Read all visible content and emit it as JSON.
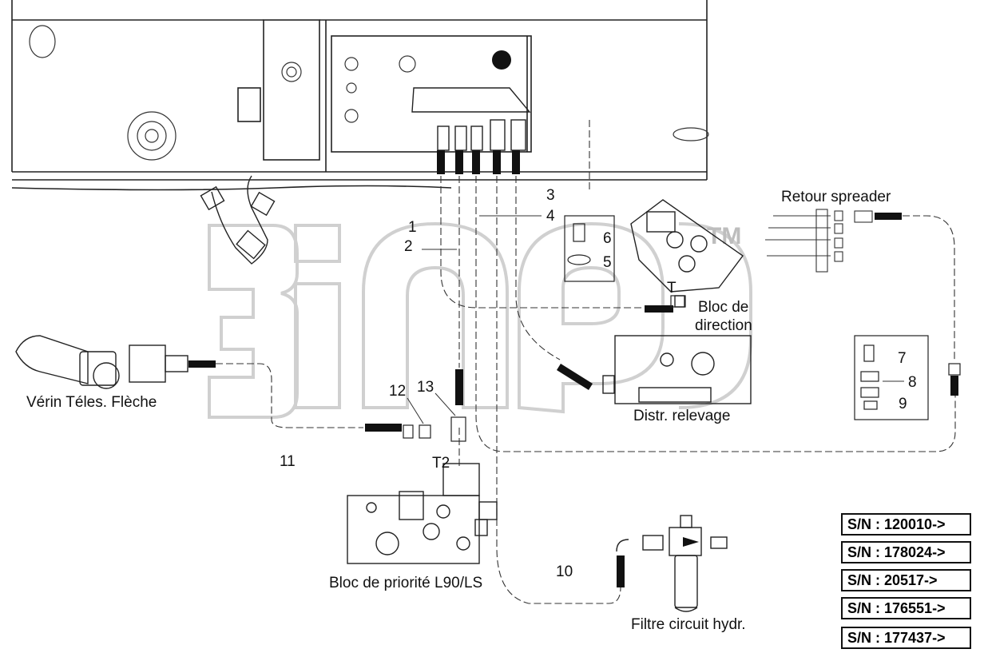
{
  "watermark": {
    "text": "3iap",
    "mark": "TM"
  },
  "labels": {
    "retour_spreader": "Retour spreader",
    "bloc_direction_1": "Bloc de",
    "bloc_direction_2": "direction",
    "distr_relevage": "Distr. relevage",
    "verin": "Vérin Téles. Flèche",
    "bloc_priorite": "Bloc de priorité L90/LS",
    "filtre": "Filtre circuit hydr.",
    "port_t": "T",
    "port_t2": "T2"
  },
  "callouts": [
    "1",
    "2",
    "3",
    "4",
    "5",
    "6",
    "7",
    "8",
    "9",
    "10",
    "11",
    "12",
    "13"
  ],
  "serial_numbers": [
    "S/N : 120010->",
    "S/N : 178024->",
    "S/N : 20517->",
    "S/N : 176551->",
    "S/N : 177437->"
  ]
}
